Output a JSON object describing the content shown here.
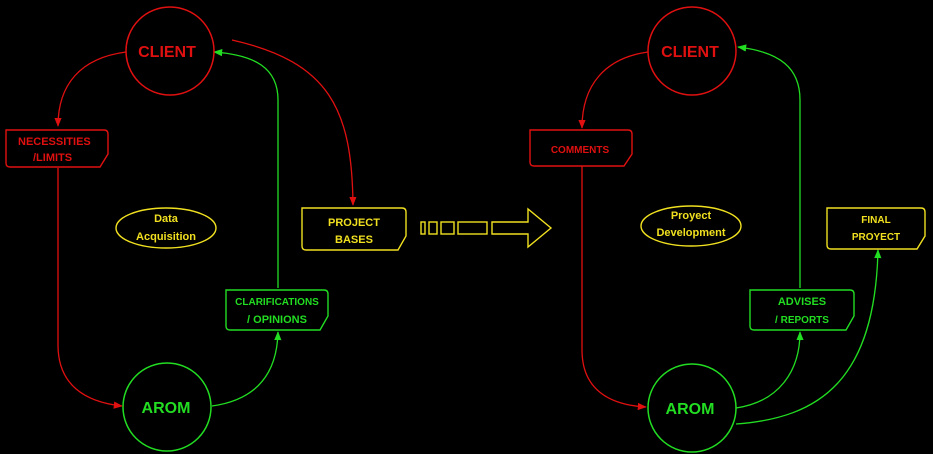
{
  "colors": {
    "background": "#000000",
    "red": "#e01010",
    "green": "#22dd22",
    "yellow": "#f0e020"
  },
  "left": {
    "client": "CLIENT",
    "arom": "AROM",
    "necessities_line1": "NECESSITIES",
    "necessities_line2": "/LIMITS",
    "center_line1": "Data",
    "center_line2": "Acquisition",
    "clarifications_line1": "CLARIFICATIONS",
    "clarifications_line2": "/ OPINIONS"
  },
  "middle": {
    "project_bases_line1": "PROJECT",
    "project_bases_line2": "BASES"
  },
  "right": {
    "client": "CLIENT",
    "arom": "AROM",
    "comments": "COMMENTS",
    "center_line1": "Proyect",
    "center_line2": "Development",
    "advises_line1": "ADVISES",
    "advises_line2": "/ REPORTS",
    "final_line1": "FINAL",
    "final_line2": "PROYECT"
  }
}
